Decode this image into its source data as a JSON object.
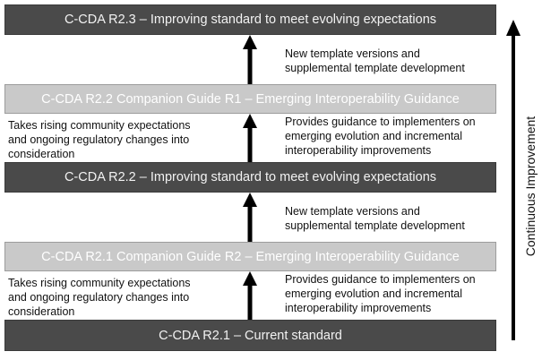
{
  "bars": {
    "r23": "C-CDA R2.3 – Improving standard to meet evolving expectations",
    "r22_guide": "C-CDA R2.2 Companion Guide R1 – Emerging Interoperability Guidance",
    "r22": "C-CDA R2.2 – Improving standard to meet evolving expectations",
    "r21_guide": "C-CDA R2.1 Companion Guide R2 – Emerging Interoperability Guidance",
    "r21": "C-CDA R2.1 – Current standard"
  },
  "notes": {
    "template_top": [
      "New template versions and",
      "supplemental template development"
    ],
    "left_upper": [
      "Takes rising community expectations",
      "and ongoing regulatory changes into",
      "consideration"
    ],
    "right_upper": [
      "Provides guidance to implementers on",
      "emerging evolution and incremental",
      "interoperability improvements"
    ],
    "template_bottom": [
      "New template versions and",
      "supplemental template development"
    ],
    "left_lower": [
      "Takes rising community expectations",
      "and ongoing regulatory changes into",
      "consideration"
    ],
    "right_lower": [
      "Provides guidance to implementers on",
      "emerging evolution and incremental",
      "interoperability improvements"
    ]
  },
  "side_label": "Continuous Improvement",
  "colors": {
    "dark_bar": "#4a4a4a",
    "light_bar": "#c9c9c9",
    "arrow": "#000000"
  }
}
